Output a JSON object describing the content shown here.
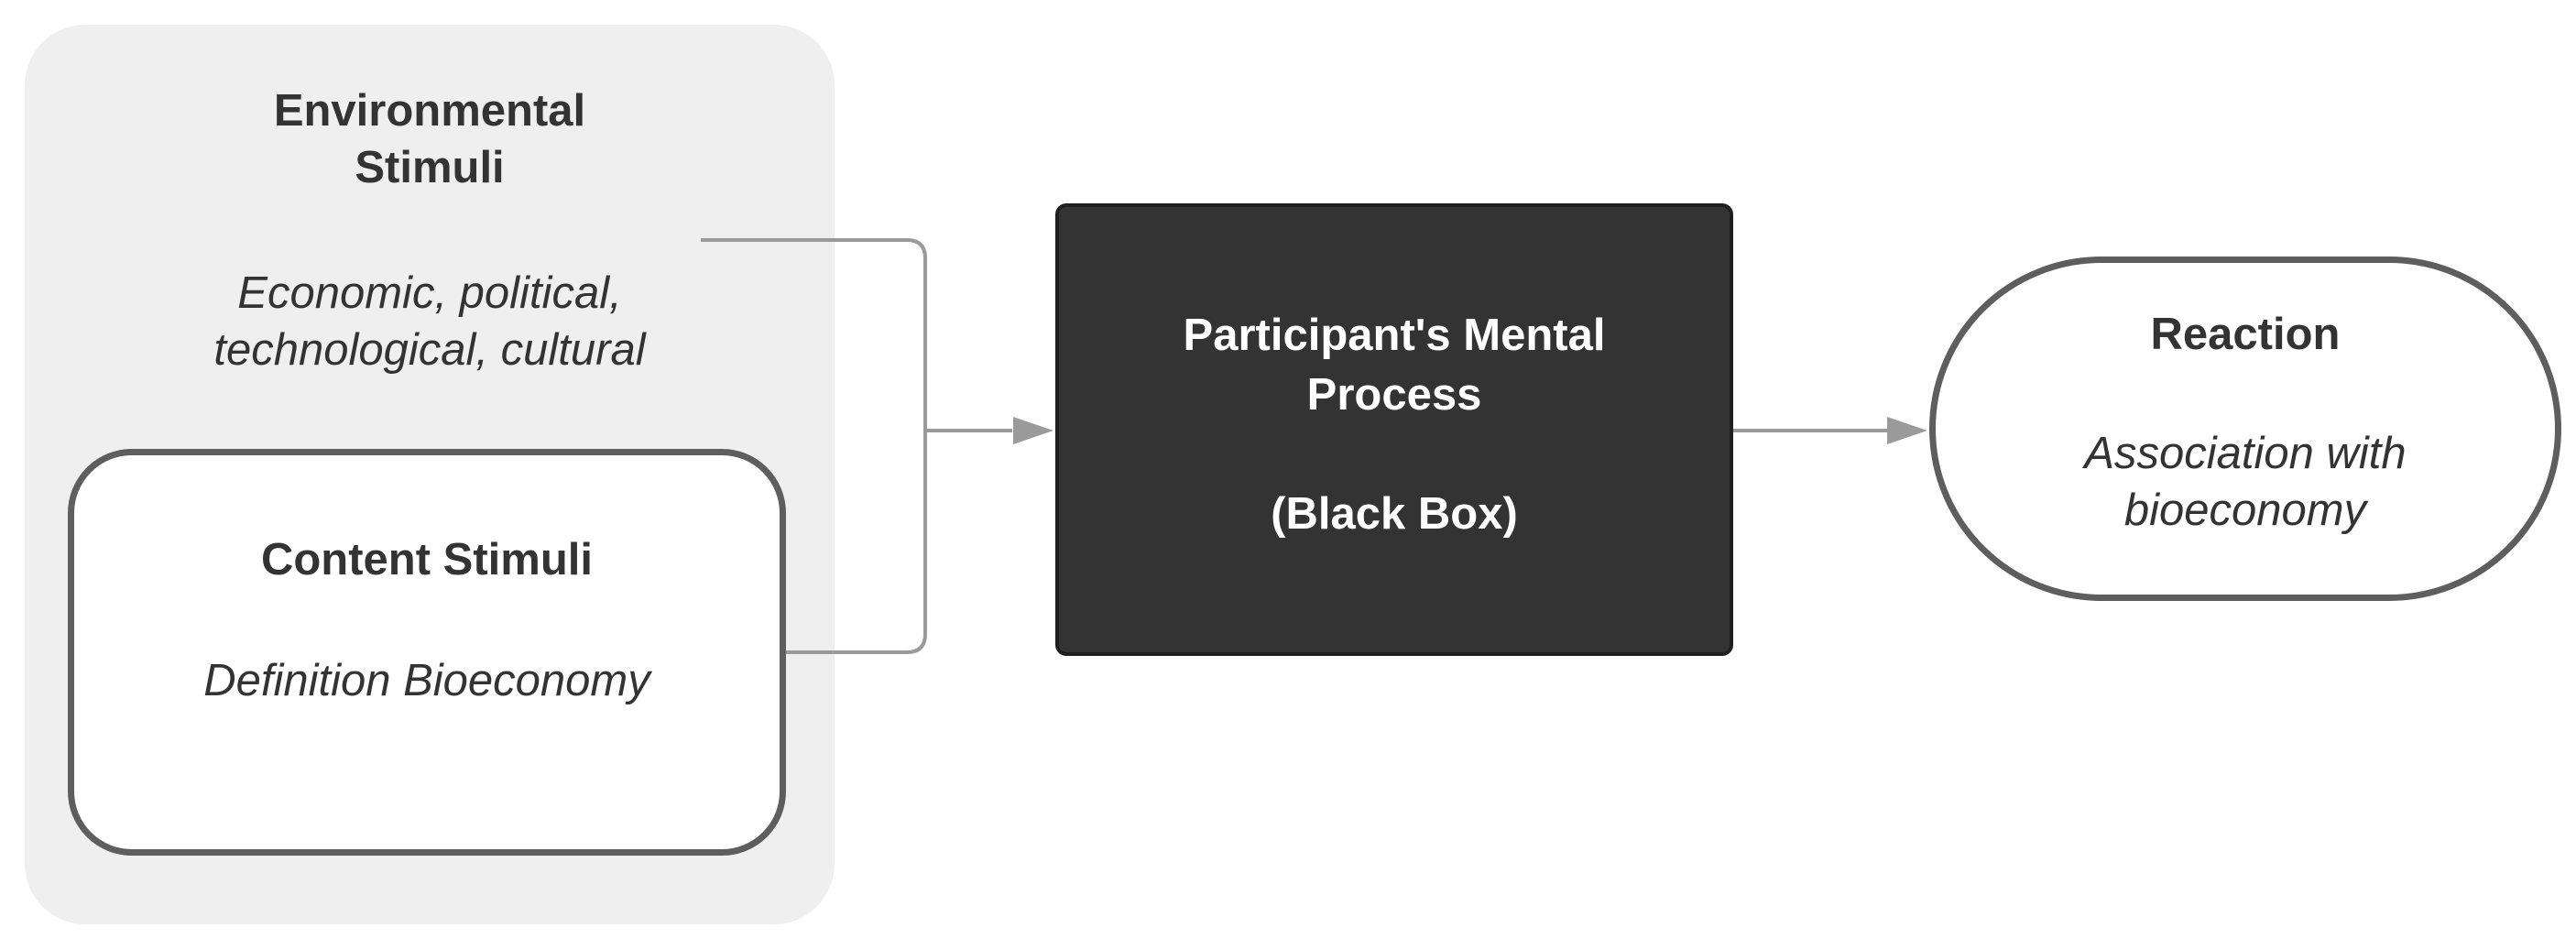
{
  "environmental": {
    "title_lines": [
      "Environmental",
      "Stimuli"
    ],
    "description_lines": [
      "Economic, political,",
      "technological, cultural"
    ]
  },
  "content": {
    "title": "Content Stimuli",
    "description": "Definition Bioeconomy"
  },
  "black_box": {
    "title_lines": [
      "Participant's Mental",
      "Process"
    ],
    "subtitle": "(Black Box)"
  },
  "reaction": {
    "title": "Reaction",
    "description_lines": [
      "Association with",
      "bioeconomy"
    ]
  },
  "colors": {
    "environment_fill": "#efefef",
    "box_border": "#5e5e5e",
    "black_box_fill": "#333333",
    "connector": "#9a9a9a",
    "text": "#333333"
  }
}
